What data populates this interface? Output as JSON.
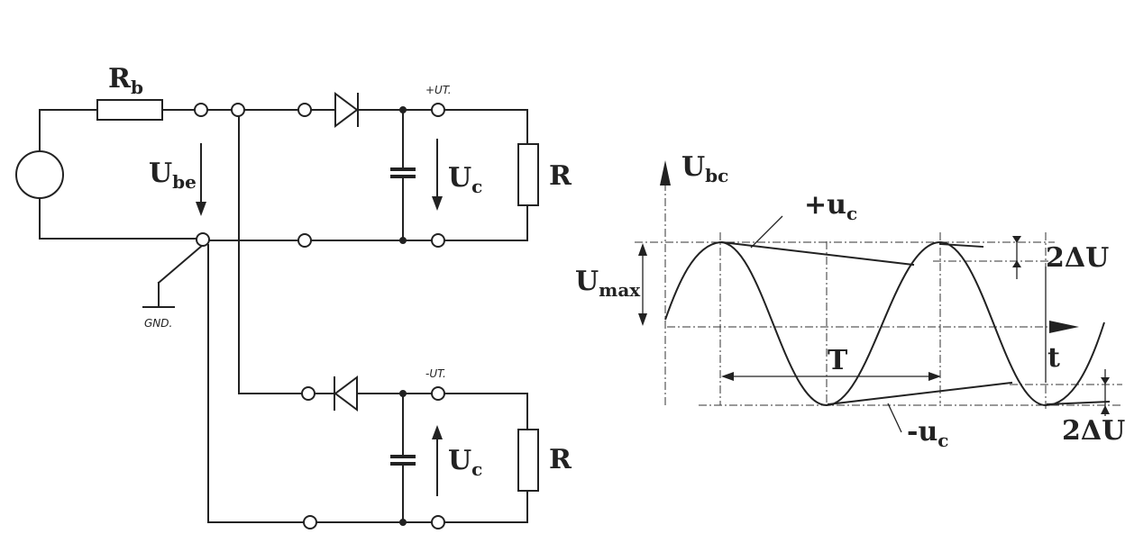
{
  "circuit": {
    "rb": {
      "main": "R",
      "sub": "b"
    },
    "ube": {
      "main": "U",
      "sub": "be"
    },
    "uc": {
      "main": "U",
      "sub": "c"
    },
    "r": "R",
    "plus_ut": "+UT.",
    "minus_ut": "-UT.",
    "gnd": "GND."
  },
  "waveform": {
    "y_axis": {
      "main": "U",
      "sub": "bc"
    },
    "plus_uc": {
      "main": "+u",
      "sub": "c"
    },
    "minus_uc": {
      "main": "-u",
      "sub": "c"
    },
    "umax": {
      "main": "U",
      "sub": "max"
    },
    "period": "T",
    "time": "t",
    "ripple": "2ΔU"
  }
}
